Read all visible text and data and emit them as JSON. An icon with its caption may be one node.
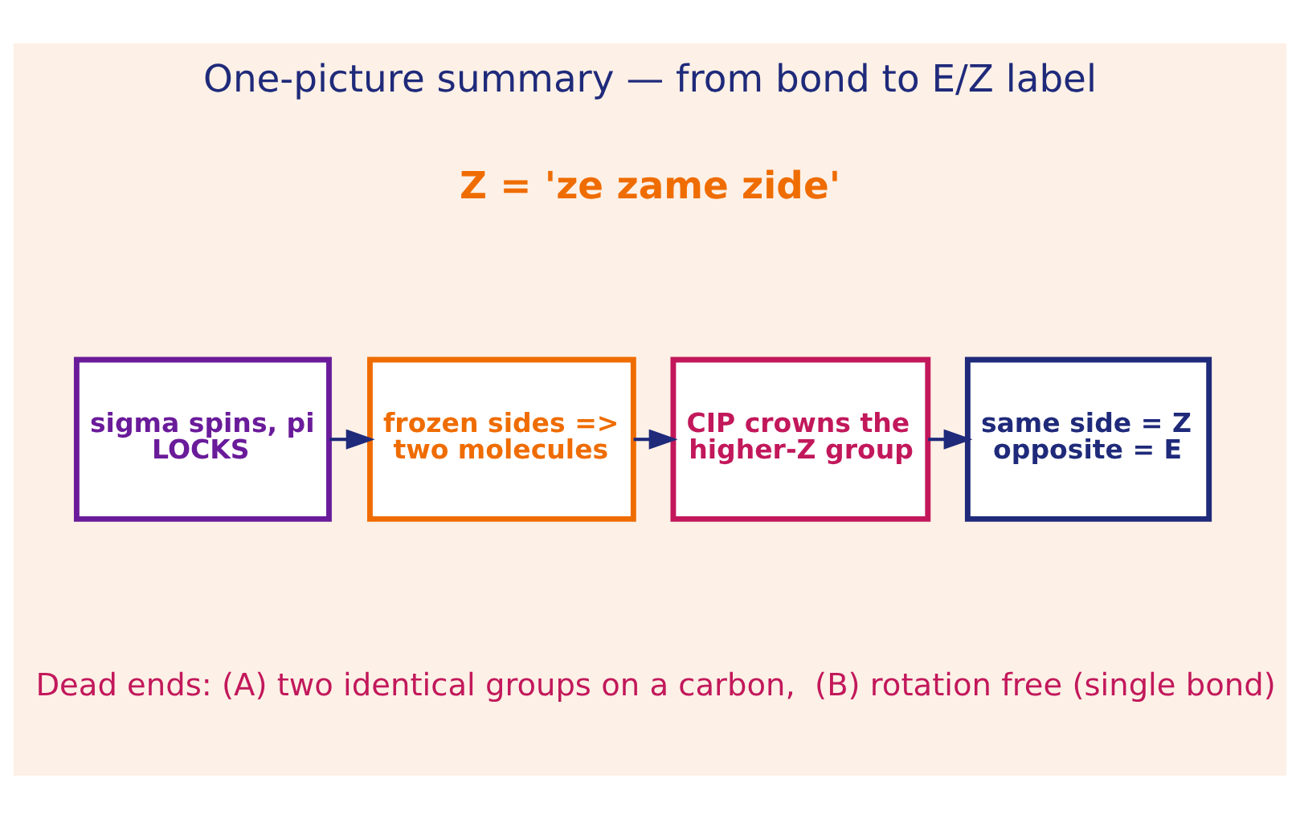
{
  "diagram": {
    "title": "One-picture summary — from bond to E/Z label",
    "nodes": [
      {
        "text": [
          "sigma spins, pi LOCKS"
        ]
      },
      {
        "text": [
          "frozen sides => two molecules"
        ]
      },
      {
        "text": [
          "CIP crowns the higher-Z group"
        ]
      },
      {
        "text": [
          "same side = Z opposite = E"
        ]
      }
    ],
    "edges": [
      {
        "from": 0,
        "to": 1,
        "arrow": "to"
      },
      {
        "from": 1,
        "to": 2,
        "arrow": "to"
      },
      {
        "from": 2,
        "to": 3,
        "arrow": "to"
      }
    ],
    "labels": [
      "Z = 'ze zame zide'",
      "Dead ends: (A) two identical groups on a carbon,  (B) rotation free (single bond)"
    ]
  }
}
